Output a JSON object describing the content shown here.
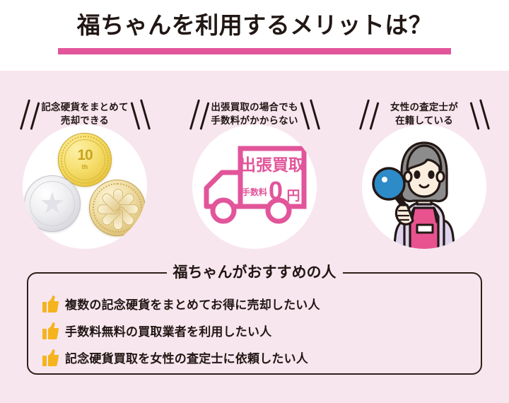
{
  "title": {
    "text": "福ちゃんを利用するメリットは？",
    "underline_color": "#e2559a"
  },
  "theme": {
    "panel_background": "#f8e6ef",
    "accent_pink": "#e2559a",
    "ink": "#211714",
    "thumb_orange": "#f5b41e",
    "apron_pink": "#e8528f",
    "lens_blue": "#2d8bc8"
  },
  "features": [
    {
      "heading_line1": "記念硬貨をまとめて",
      "heading_line2": "売却できる",
      "illustration": "commemorative-coins",
      "coins": [
        {
          "name": "gold-anniversary-coin",
          "value": "10",
          "suffix": "th"
        },
        {
          "name": "silver-star-coin",
          "value": ""
        },
        {
          "name": "bronze-flower-coin",
          "value": ""
        }
      ]
    },
    {
      "heading_line1": "出張買取の場合でも",
      "heading_line2": "手数料がかからない",
      "illustration": "delivery-truck",
      "truck": {
        "banner": "出張買取",
        "fee_label": "手数料",
        "fee_amount": "0",
        "fee_unit": "円"
      }
    },
    {
      "heading_line1": "女性の査定士が",
      "heading_line2": "在籍している",
      "illustration": "female-appraiser"
    }
  ],
  "recommend": {
    "heading": "福ちゃんがおすすめの人",
    "items": [
      {
        "icon": "thumbs-up-icon",
        "text": "複数の記念硬貨をまとめてお得に売却したい人"
      },
      {
        "icon": "thumbs-up-icon",
        "text": "手数料無料の買取業者を利用したい人"
      },
      {
        "icon": "thumbs-up-icon",
        "text": "記念硬貨買取を女性の査定士に依頼したい人"
      }
    ]
  }
}
